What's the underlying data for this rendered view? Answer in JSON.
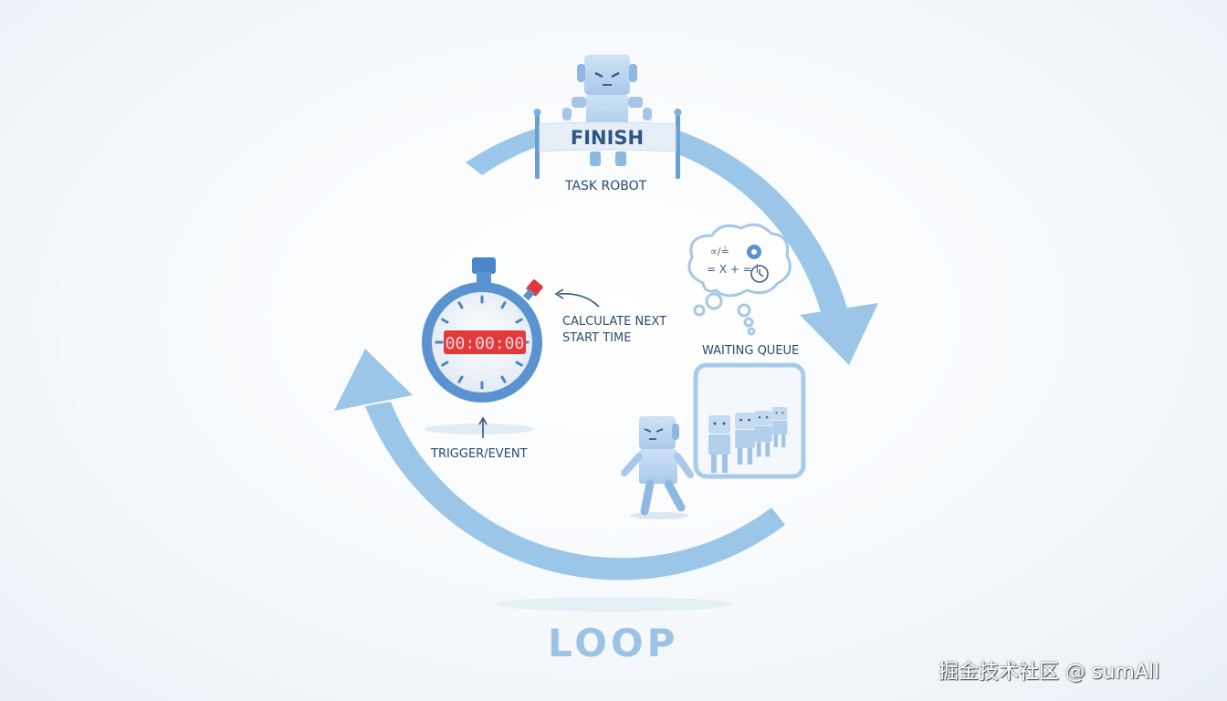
{
  "diagram": {
    "title": "LOOP",
    "nodes": {
      "finish_banner": "FINISH",
      "task_robot": "TASK ROBOT",
      "stopwatch_display": "00:00:00",
      "calculate": [
        "CALCULATE NEXT",
        "START TIME"
      ],
      "trigger": "TRIGGER/EVENT",
      "waiting_queue": "WAITING QUEUE",
      "thought_formula_1": "∝/≟",
      "thought_formula_2": "= X + = l"
    },
    "flow": [
      "TRIGGER/EVENT",
      "CALCULATE NEXT START TIME",
      "TASK ROBOT",
      "WAITING QUEUE",
      "LOOP"
    ],
    "colors": {
      "arrow": "#9cc6e8",
      "robot": "#b7d3ee",
      "accent_red": "#e03a3a",
      "text": "#2b4a6f"
    }
  },
  "watermark": "掘金技术社区 @ sumAll"
}
